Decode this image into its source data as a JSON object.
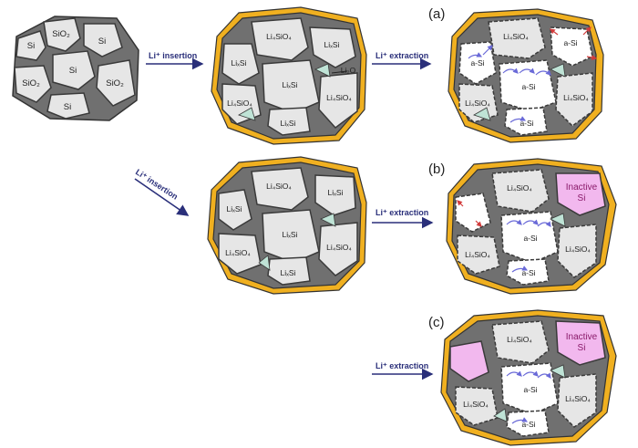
{
  "arrows": {
    "insert_1": "Li⁺ insertion",
    "insert_2": "Li⁺ insertion",
    "extract_a": "Li⁺ extraction",
    "extract_b": "Li⁺ extraction",
    "extract_c": "Li⁺ extraction"
  },
  "panels": {
    "a": "(a)",
    "b": "(b)",
    "c": "(c)"
  },
  "pristine": {
    "si_1": "Si",
    "sio2_1": "SiO₂",
    "si_2": "Si",
    "si_3": "Si",
    "sio2_2": "SiO₂",
    "sio2_3": "SiO₂",
    "si_4": "Si"
  },
  "lithiated_1": {
    "li4sio4_1": "Li₄SiO₄",
    "lixsi_1": "LiₓSi",
    "lixsi_2": "LiₓSi",
    "lixsi_3": "LiₓSi",
    "li4sio4_2": "Li₄SiO₄",
    "li4sio4_3": "Li₄SiO₄",
    "lixsi_4": "LiₓSi",
    "li2o": "Li₂O"
  },
  "delithiated_a": {
    "li4sio4_1": "Li₄SiO₄",
    "asi_1": "a-Si",
    "asi_2": "a-Si",
    "asi_3": "a-Si",
    "li4sio4_2": "Li₄SiO₄",
    "li4sio4_3": "Li₄SiO₄",
    "asi_4": "a-Si"
  },
  "lithiated_2": {
    "lixsi_1": "LiₓSi",
    "li4sio4_1": "Li₄SiO₄",
    "lixsi_2": "LiₓSi",
    "lixsi_3": "LiₓSi",
    "li4sio4_2": "Li₄SiO₄",
    "li4sio4_3": "Li₄SiO₄",
    "lixsi_4": "LiₓSi"
  },
  "delithiated_b": {
    "li4sio4_1": "Li₄SiO₄",
    "inactive_1": "Inactive",
    "inactive_2": "Si",
    "asi_1": "a-Si",
    "li4sio4_2": "Li₄SiO₄",
    "li4sio4_3": "Li₄SiO₄",
    "asi_2": "a-Si"
  },
  "delithiated_c": {
    "li4sio4_1": "Li₄SiO₄",
    "inactive_1": "Inactive",
    "inactive_2": "Si",
    "asi_1": "a-Si",
    "li4sio4_2": "Li₄SiO₄",
    "li4sio4_3": "Li₄SiO₄",
    "asi_2": "a-Si"
  },
  "colors": {
    "grain_fill": "#e6e6e6",
    "grain_stroke": "#3a3a3a",
    "matrix": "#707070",
    "sei": "#f0b020",
    "li2o": "#bfe3d6",
    "inactive": "#f2b8ee",
    "arrow": "#2a2f7a",
    "li_flow": "#6a6ad8",
    "li_out": "#d23c3c"
  }
}
